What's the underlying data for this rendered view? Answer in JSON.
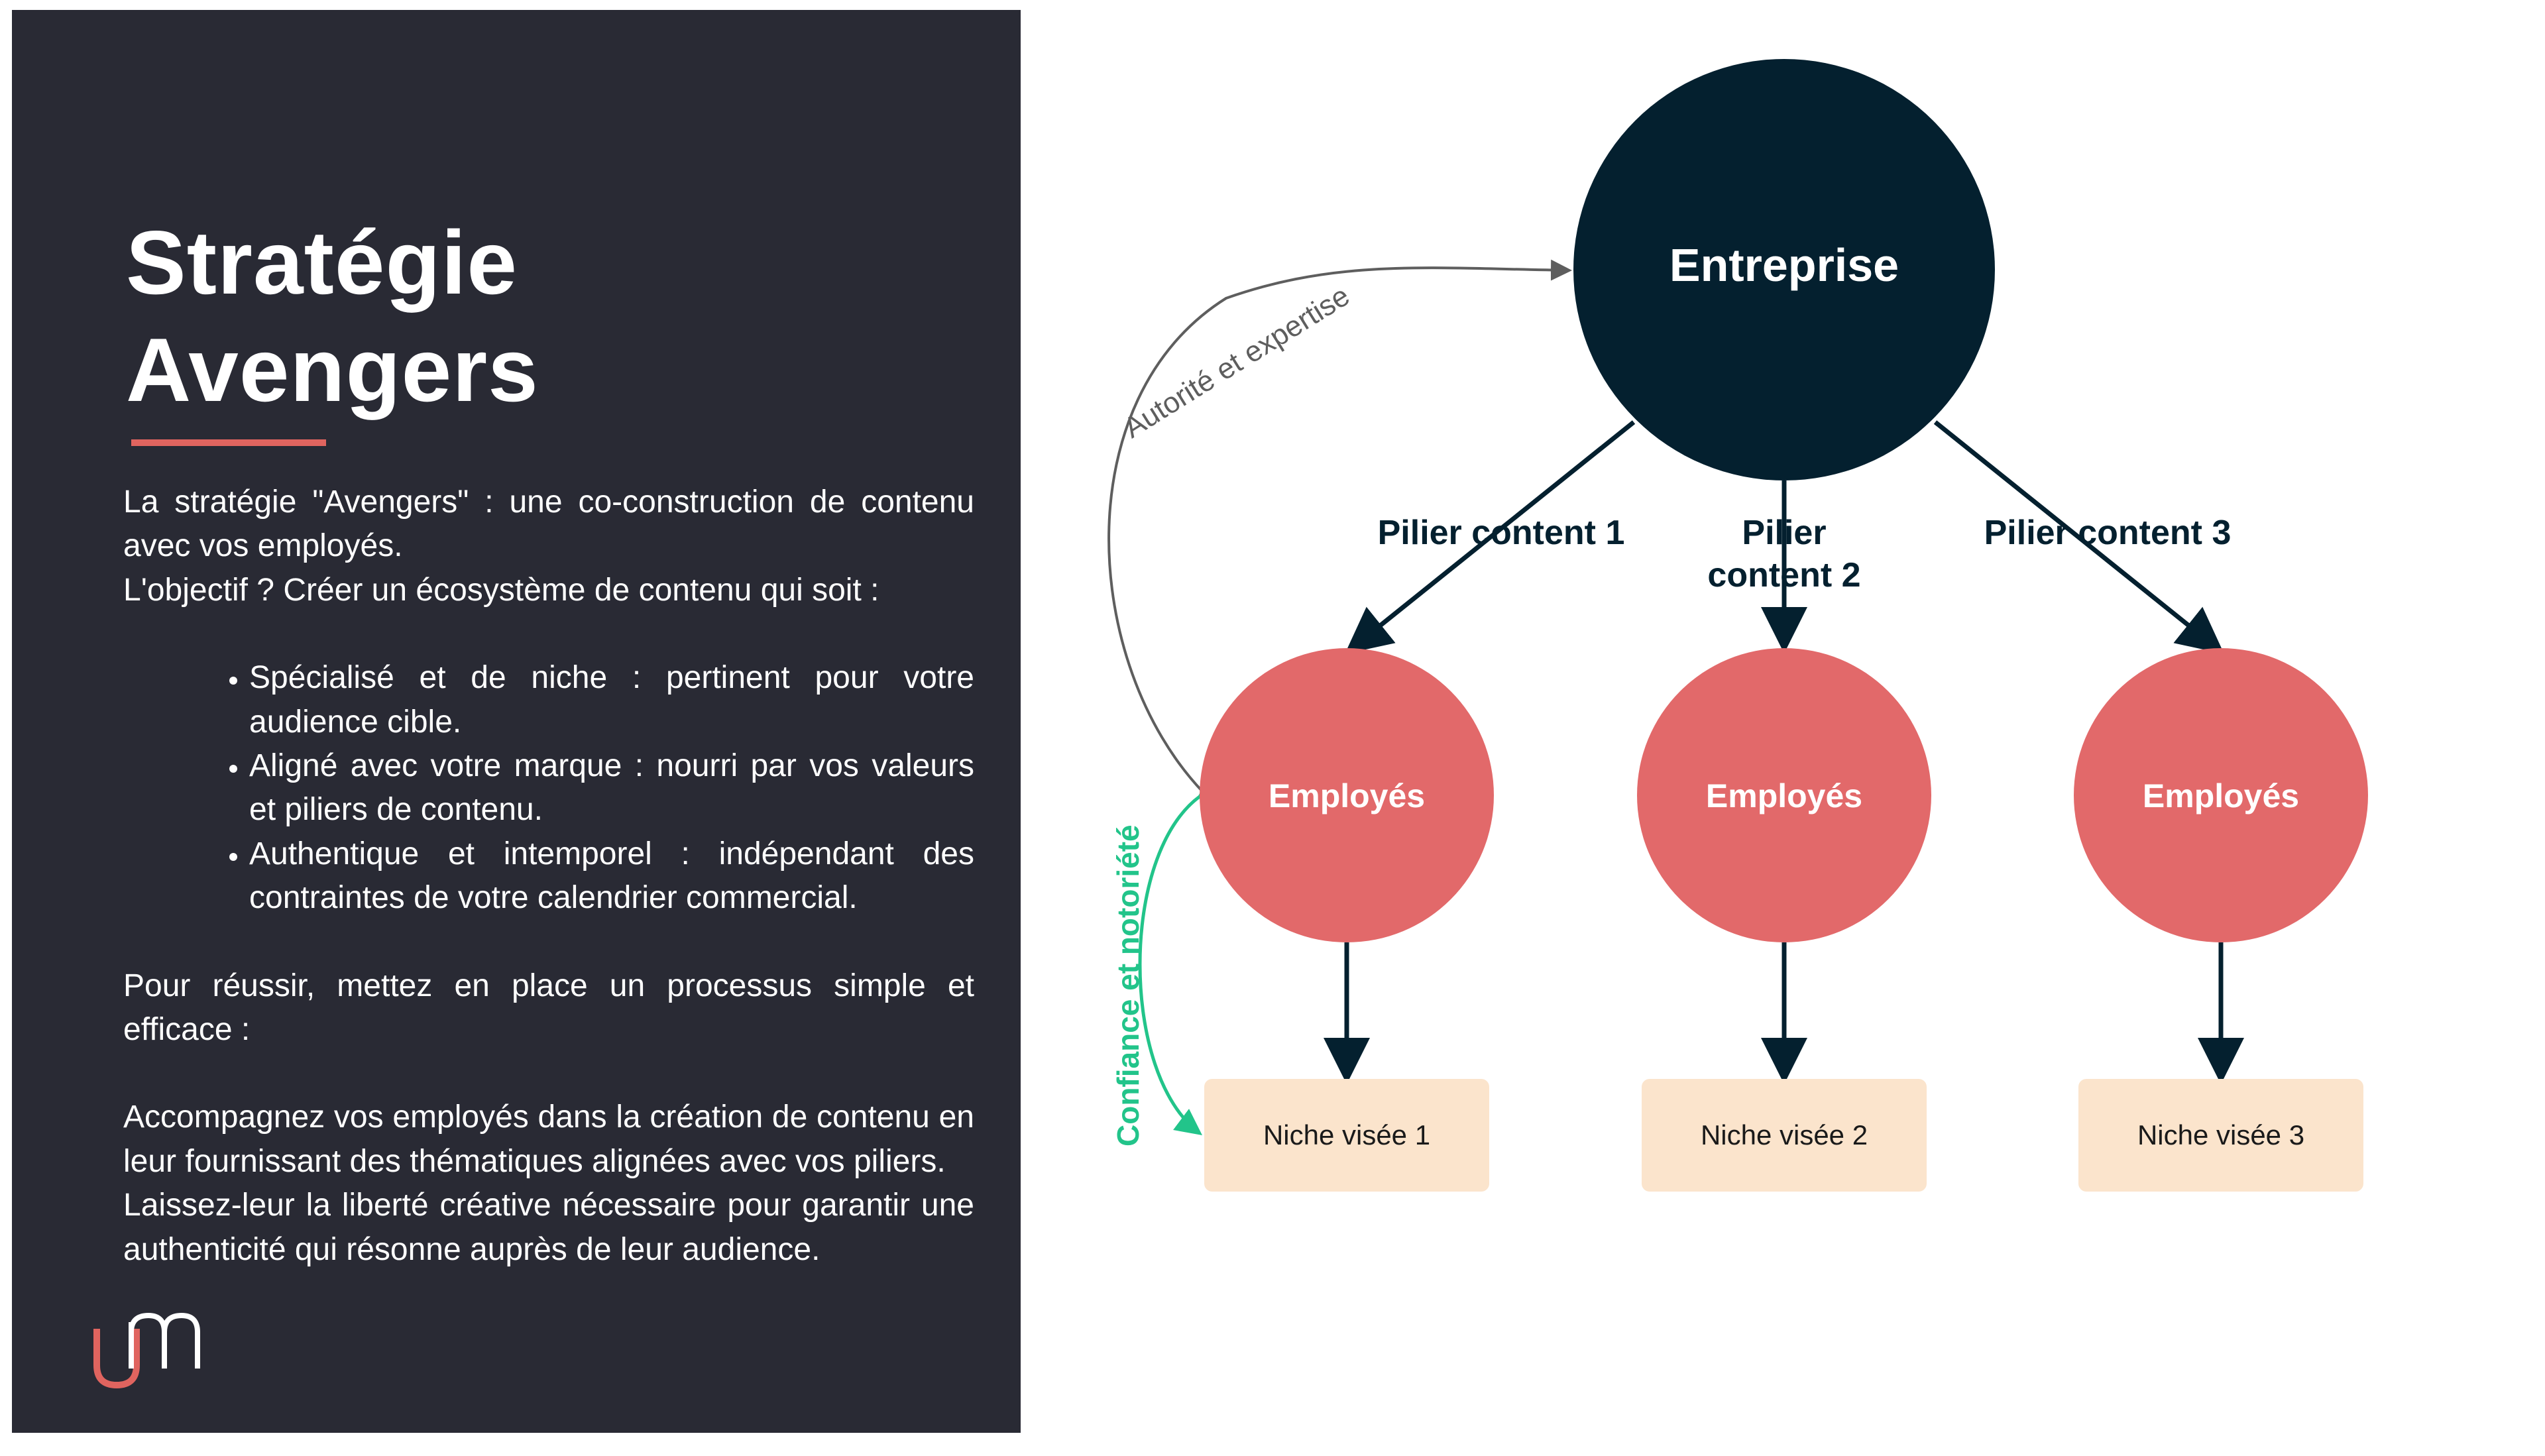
{
  "panel": {
    "title_line1": "Stratégie",
    "title_line2": "Avengers",
    "intro_1": "La stratégie \"Avengers\" : une co-construction de contenu avec vos employés.",
    "intro_2": "L'objectif ? Créer un écosystème de contenu qui soit :",
    "bullets": [
      "Spécialisé et de niche : pertinent pour votre audience cible.",
      "Aligné avec votre marque : nourri par vos valeurs et piliers de contenu.",
      "Authentique et intemporel : indépendant des contraintes de votre calendrier commercial."
    ],
    "success": "Pour réussir, mettez en place un processus simple et efficace :",
    "support_1": "Accompagnez vos employés dans la création de contenu en leur fournissant des thématiques alignées avec vos piliers.",
    "support_2": "Laissez-leur la liberté créative nécessaire pour garantir une authenticité qui résonne auprès de leur audience."
  },
  "diagram": {
    "company": "Entreprise",
    "employees": [
      "Employés",
      "Employés",
      "Employés"
    ],
    "pillars": [
      "Pilier content 1",
      "Pilier content 2",
      "Pilier content 3"
    ],
    "pillar2_line1": "Pilier",
    "pillar2_line2": "content 2",
    "niches": [
      "Niche visée 1",
      "Niche visée 2",
      "Niche visée 3"
    ],
    "arrow_authority": "Autorité et expertise",
    "arrow_trust": "Confiance et notoriété"
  },
  "colors": {
    "panel_bg": "#292a34",
    "accent": "#e0645f",
    "company_node": "#04202f",
    "employee_node": "#e2696a",
    "niche_box": "#fbe4cc",
    "trust_arrow": "#22c48a",
    "authority_arrow": "#5e5e5e"
  }
}
